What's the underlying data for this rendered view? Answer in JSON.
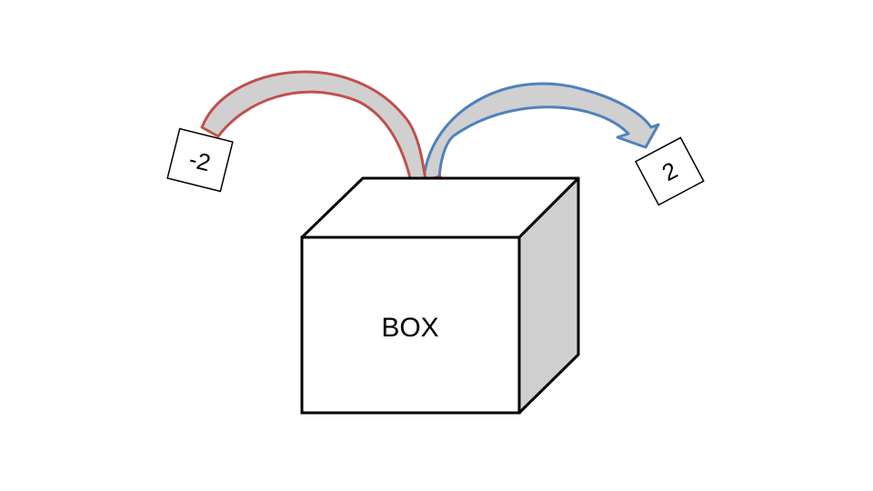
{
  "diagram": {
    "box": {
      "label": "BOX"
    },
    "input_card": {
      "value": "-2"
    },
    "output_card": {
      "value": "2"
    },
    "colors": {
      "input_arrow_stroke": "#c0504d",
      "output_arrow_stroke": "#4f81bd",
      "arrow_fill": "#d0d0d0",
      "box_side_fill": "#cfcfcf",
      "outline": "#000000"
    }
  }
}
